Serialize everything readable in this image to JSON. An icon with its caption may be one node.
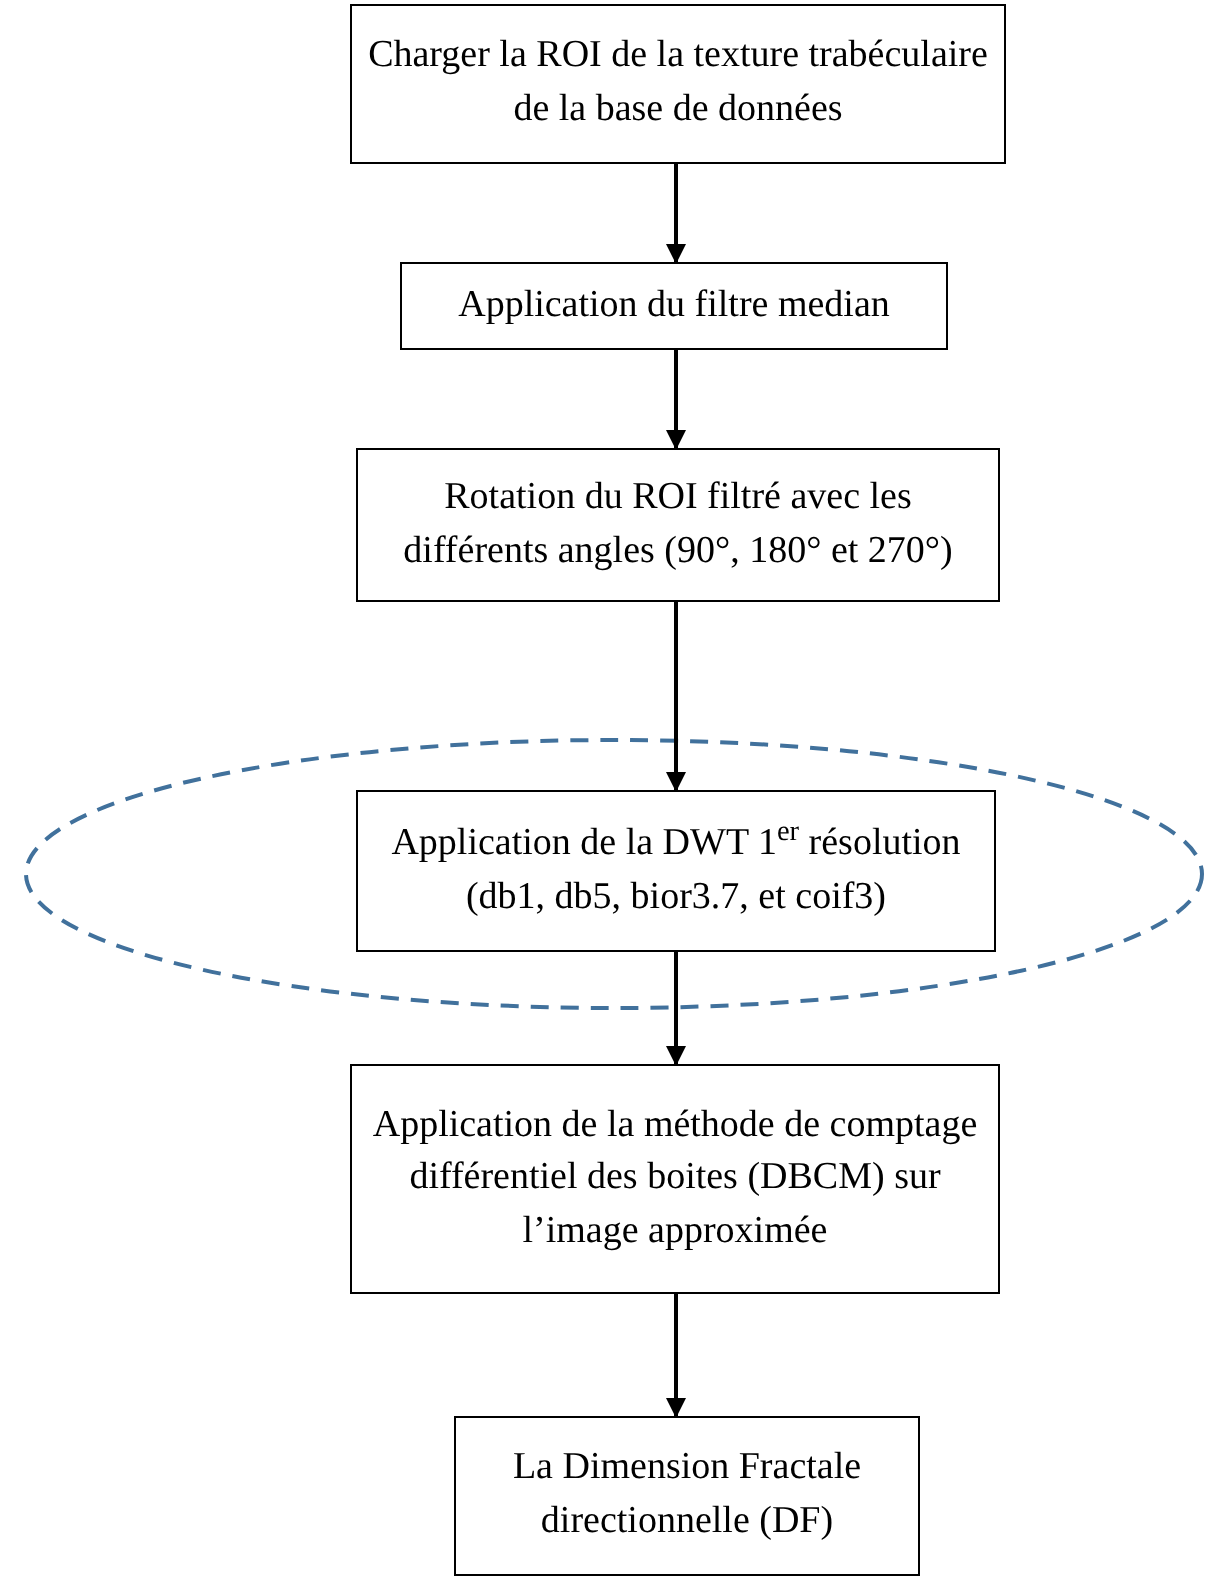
{
  "diagram": {
    "nodes": [
      {
        "text": [
          "Charger la ROI de la texture trabéculaire de la base de données"
        ]
      },
      {
        "text": [
          "Application du filtre median"
        ]
      },
      {
        "text": [
          "Rotation du ROI filtré avec les différents angles (90°, 180° et 270°)"
        ]
      },
      {
        "text": [
          "Application de la DWT 1$^{er}$ résolution (db1, db5, bior3.7, et coif3)"
        ]
      },
      {
        "text": [
          "Application de la méthode de comptage différentiel des boites (DBCM) sur l’image approximée"
        ]
      },
      {
        "text": [
          "La Dimension Fractale directionnelle (DF)"
        ]
      }
    ],
    "edges": [
      {
        "from": 0,
        "to": 1,
        "arrow": "to"
      },
      {
        "from": 1,
        "to": 2,
        "arrow": "to"
      },
      {
        "from": 2,
        "to": 3,
        "arrow": "to"
      },
      {
        "from": 3,
        "to": 4,
        "arrow": "to"
      },
      {
        "from": 4,
        "to": 5,
        "arrow": "to"
      }
    ]
  }
}
